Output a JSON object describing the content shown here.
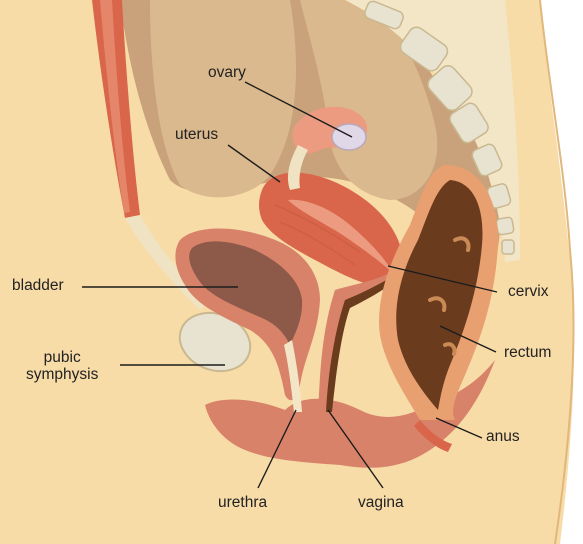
{
  "labels": {
    "ovary": "ovary",
    "uterus": "uterus",
    "bladder": "bladder",
    "cervix": "cervix",
    "pubic_symphysis_line1": "pubic",
    "pubic_symphysis_line2": "symphysis",
    "rectum": "rectum",
    "anus": "anus",
    "urethra": "urethra",
    "vagina": "vagina"
  },
  "colors": {
    "skin": "#f7dca8",
    "tissue": "#e3b47c",
    "cavity_shadow": "#c9a27c",
    "muscle": "#d9664a",
    "muscle_light": "#ec9b80",
    "organ_pink": "#d9826a",
    "bladder_inner": "#8d5a4a",
    "rectum_inner": "#6b3b1e",
    "bone": "#e8e2d0",
    "label_text": "#222222"
  }
}
